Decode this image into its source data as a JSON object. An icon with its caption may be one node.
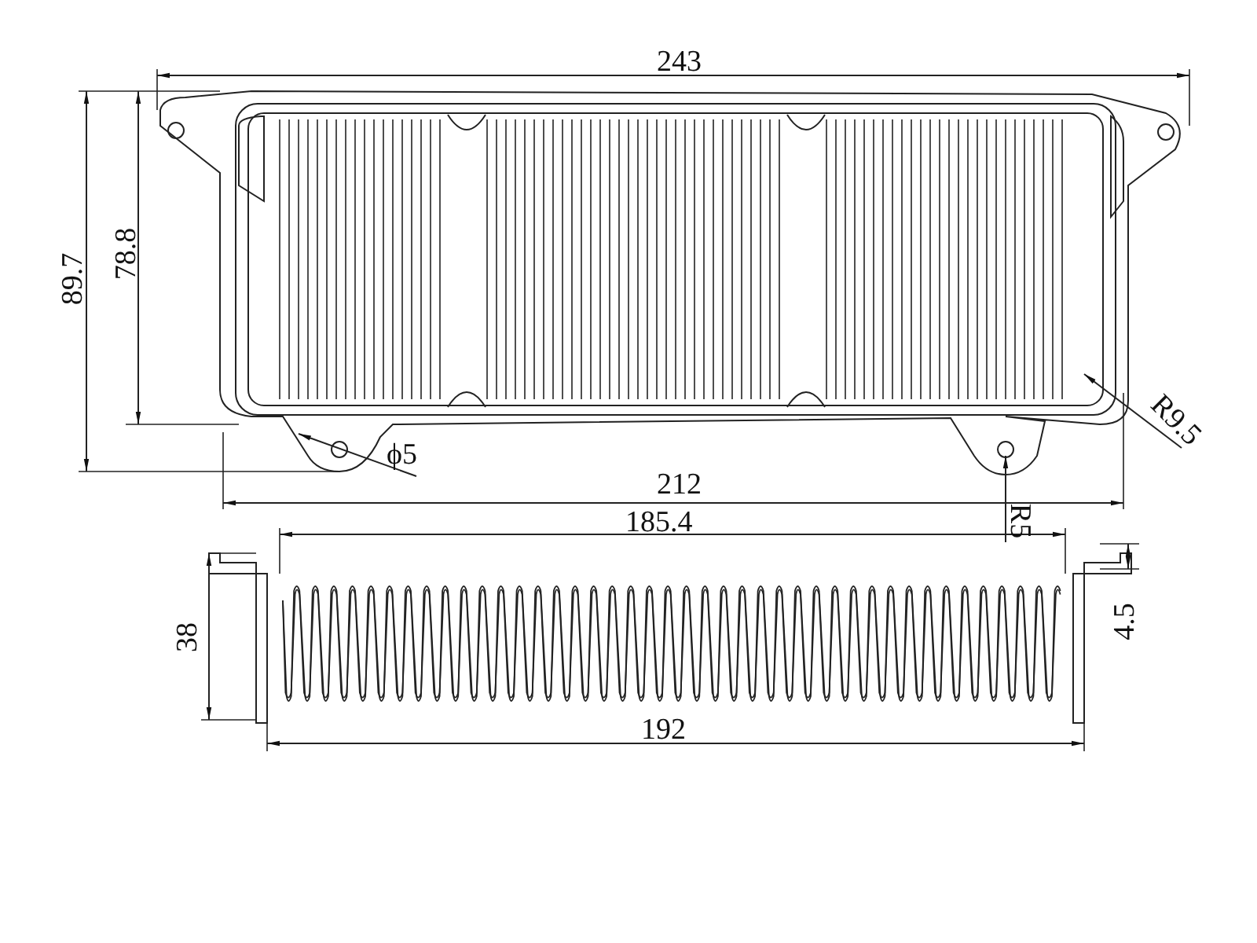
{
  "diagram": {
    "labels": [
      "243",
      "89.7",
      "78.8",
      "ϕ5",
      "212",
      "R9.5",
      "185.4",
      "R5",
      "38",
      "4.5",
      "192"
    ]
  }
}
